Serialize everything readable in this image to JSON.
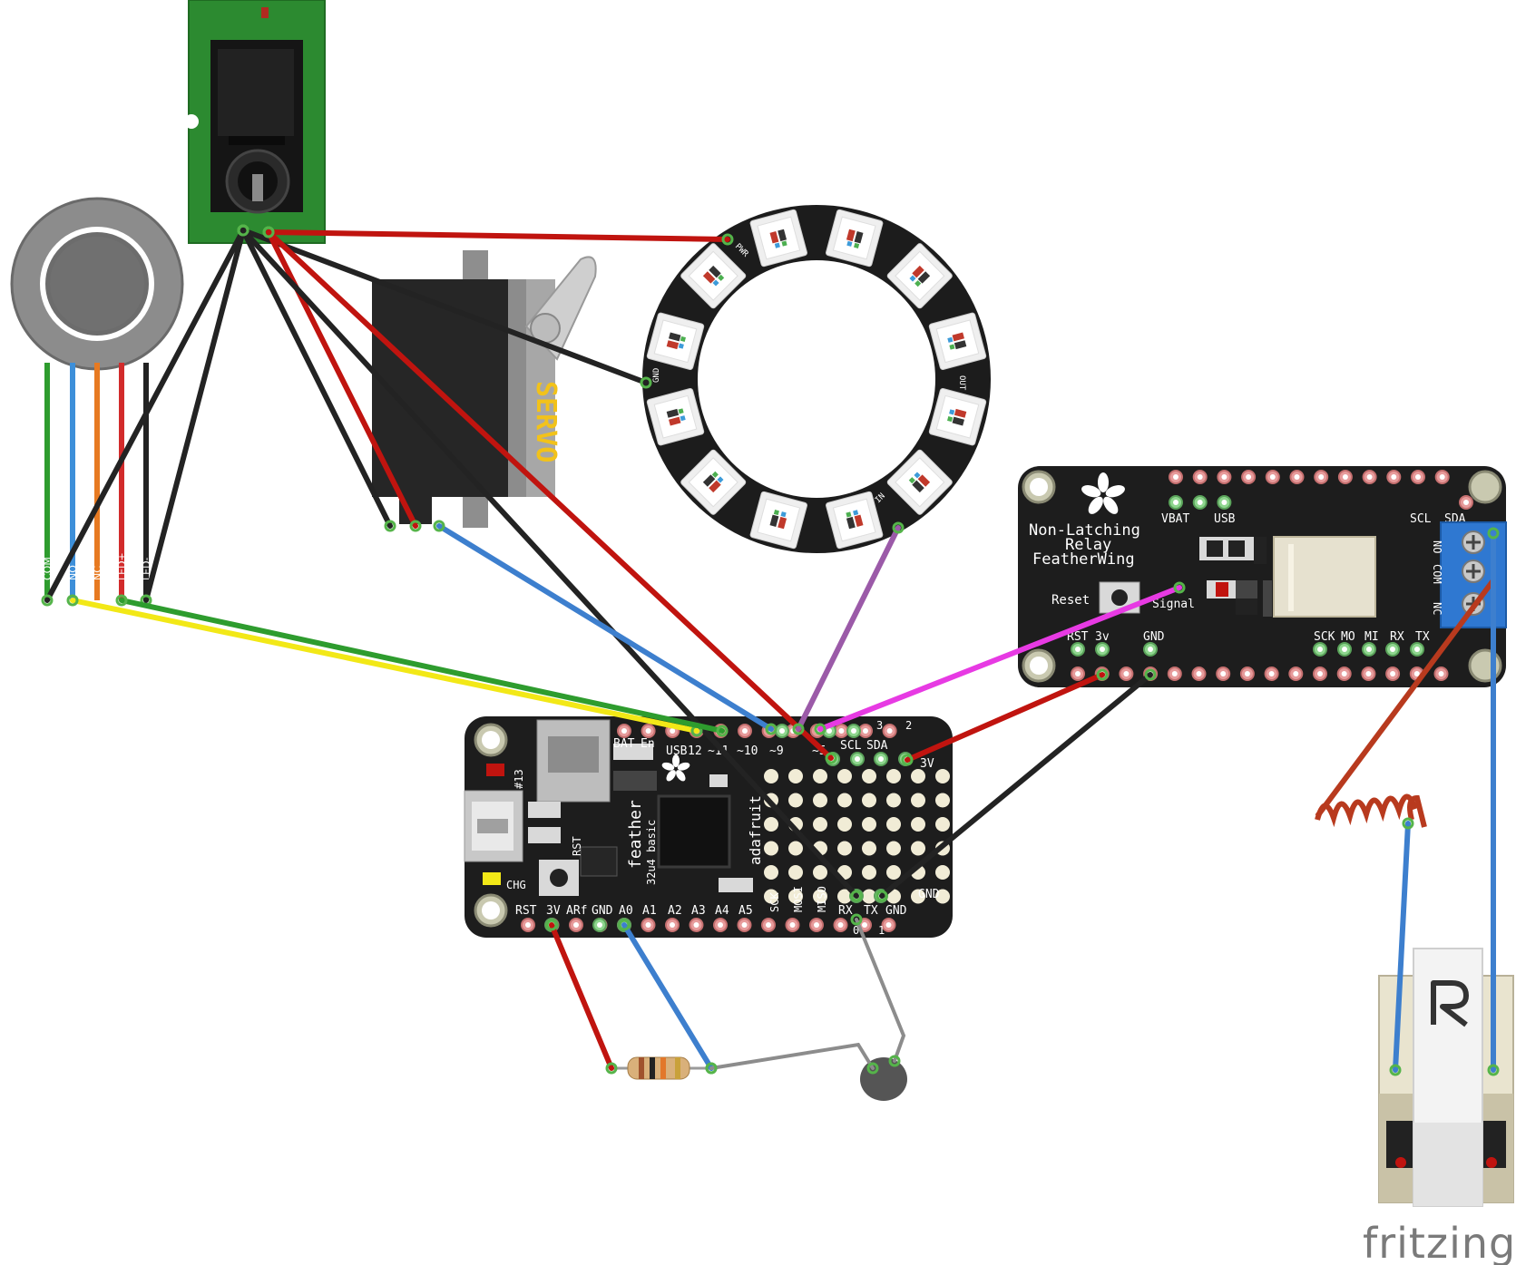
{
  "brand": "fritzing",
  "button_switch": {
    "pins": [
      "COM",
      "NO",
      "NC",
      "LED+",
      "LED-"
    ]
  },
  "servo": {
    "label": "SERVO"
  },
  "neopixel_ring": {
    "pwr": "PWR",
    "gnd": "GND",
    "in": "IN",
    "out": "OUT",
    "pixel_count": 12
  },
  "relay": {
    "title": [
      "Non-Latching",
      "Relay",
      "FeatherWing"
    ],
    "top_labels": [
      "VBAT",
      "USB",
      "SCL",
      "SDA"
    ],
    "side_labels": [
      "NO",
      "COM",
      "NC"
    ],
    "reset": "Reset",
    "signal": "Signal",
    "bottom_labels": [
      "RST",
      "3v",
      "GND",
      "SCK",
      "MO",
      "MI",
      "RX",
      "TX"
    ]
  },
  "feather": {
    "name": "feather",
    "sub": "32u4 basic",
    "vendor": "adafruit",
    "top_labels": [
      "BAT",
      "En",
      "USB",
      "12",
      "~11",
      "~10",
      "~9",
      "~5",
      "SCL",
      "SDA",
      "3V"
    ],
    "small_labels": [
      "3",
      "2"
    ],
    "left_labels": [
      "#13",
      "RST",
      "CHG"
    ],
    "bottom_labels": [
      "RST",
      "3V",
      "ARf",
      "GND",
      "A0",
      "A1",
      "A2",
      "A3",
      "A4",
      "A5",
      "SCK",
      "MOSI",
      "MISO",
      "RX",
      "TX",
      "GND"
    ],
    "bottom_small": [
      "0",
      "1"
    ]
  },
  "colors": {
    "wire_red": "#c0140f",
    "wire_black": "#232323",
    "wire_blue": "#3d7fce",
    "wire_yellow": "#f2e817",
    "wire_green": "#2e9c2e",
    "wire_purple": "#9b5aa8",
    "wire_magenta": "#e73ae3",
    "wire_grey": "#8c8c8c",
    "pcb_black": "#1d1d1d",
    "pcb_green": "#2a8a2a"
  }
}
